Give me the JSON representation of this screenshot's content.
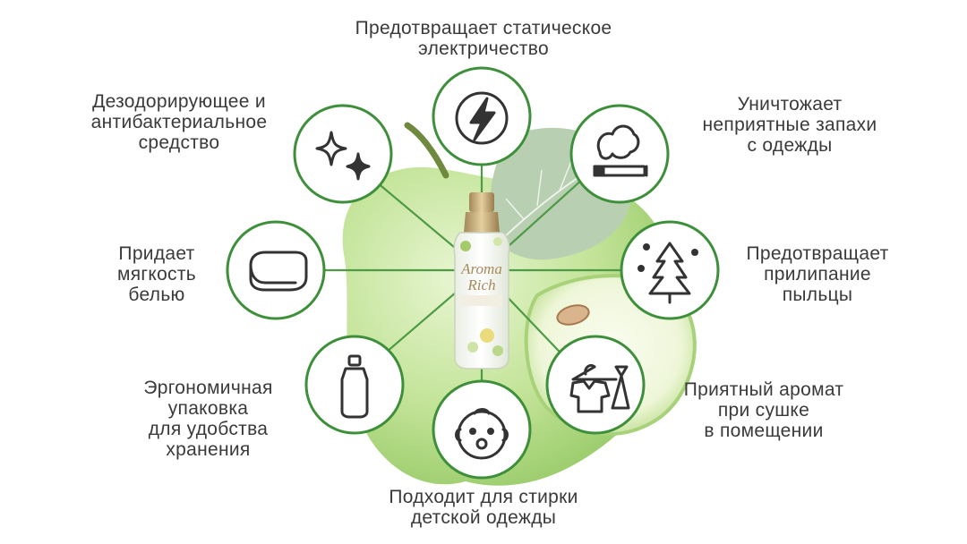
{
  "colors": {
    "ring": "#3d8f3a",
    "connector": "#4f9a45",
    "icon": "#333333",
    "apple_light": "#d3ecb0",
    "apple_mid": "#b5dc86",
    "apple_dark": "#8cc25c",
    "leaf": "#a9c4a3"
  },
  "product": {
    "brand_line1": "Aroma",
    "brand_line2": "Rich"
  },
  "features": [
    {
      "id": "antistatic",
      "icon": "lightning-icon",
      "lines": [
        "Предотвращает статическое",
        "электричество"
      ]
    },
    {
      "id": "odor",
      "icon": "smoke-cigarette-icon",
      "lines": [
        "Уничтожает",
        "неприятные запахи",
        "с одежды"
      ]
    },
    {
      "id": "pollen",
      "icon": "pine-tree-pollen-icon",
      "lines": [
        "Предотвращает",
        "прилипание",
        "пыльцы"
      ]
    },
    {
      "id": "drying",
      "icon": "laundry-hanger-icon",
      "lines": [
        "Приятный аромат",
        "при сушке",
        "в помещении"
      ]
    },
    {
      "id": "baby",
      "icon": "baby-face-icon",
      "lines": [
        "Подходит для стирки",
        "детской одежды"
      ]
    },
    {
      "id": "bottle",
      "icon": "bottle-icon",
      "lines": [
        "Эргономичная",
        "упаковка",
        "для удобства",
        "хранения"
      ]
    },
    {
      "id": "soft",
      "icon": "folded-towel-icon",
      "lines": [
        "Придает",
        "мягкость",
        "белью"
      ]
    },
    {
      "id": "deodor",
      "icon": "sparkles-icon",
      "lines": [
        "Дезодорирующее и",
        "антибактериальное",
        "средство"
      ]
    }
  ]
}
